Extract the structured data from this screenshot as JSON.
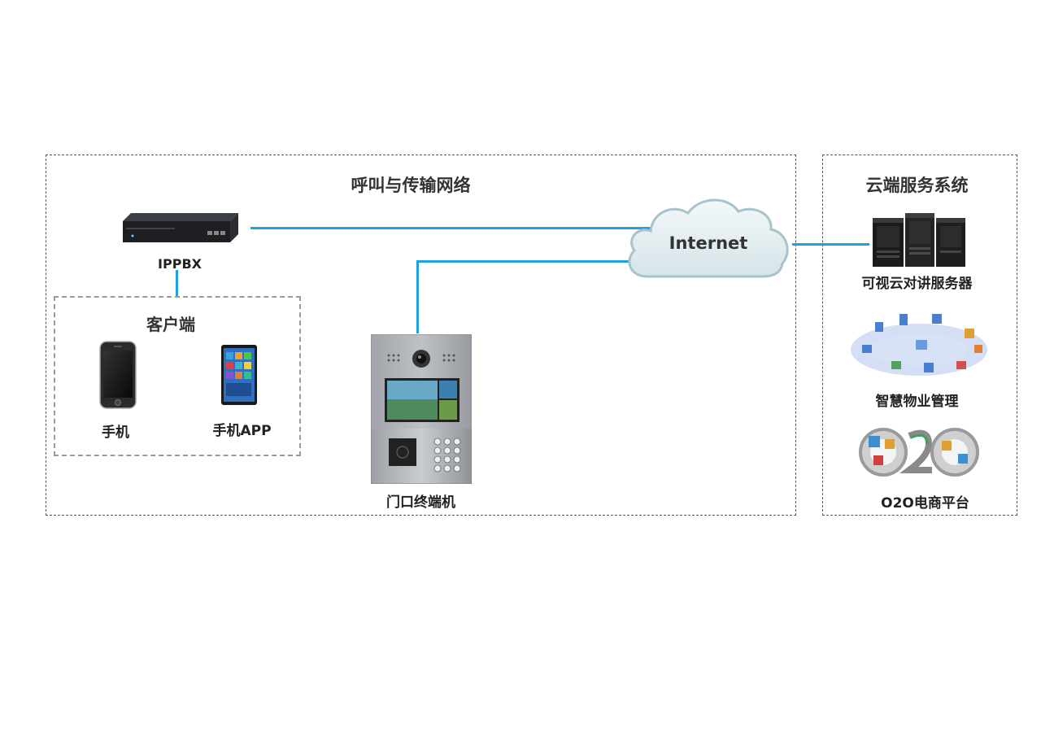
{
  "network": {
    "title": "呼叫与传输网络",
    "ippbx_label": "IPPBX",
    "door_label": "门口终端机",
    "cloud_label": "Internet"
  },
  "client": {
    "title": "客户端",
    "phone_label": "手机",
    "app_label": "手机APP"
  },
  "cloud_service": {
    "title": "云端服务系统",
    "server_label": "可视云对讲服务器",
    "property_label": "智慧物业管理",
    "o2o_label": "O2O电商平台"
  },
  "colors": {
    "link": "#1ea1dc",
    "border": "#555555",
    "cloud_fill": "#e4eef1"
  }
}
